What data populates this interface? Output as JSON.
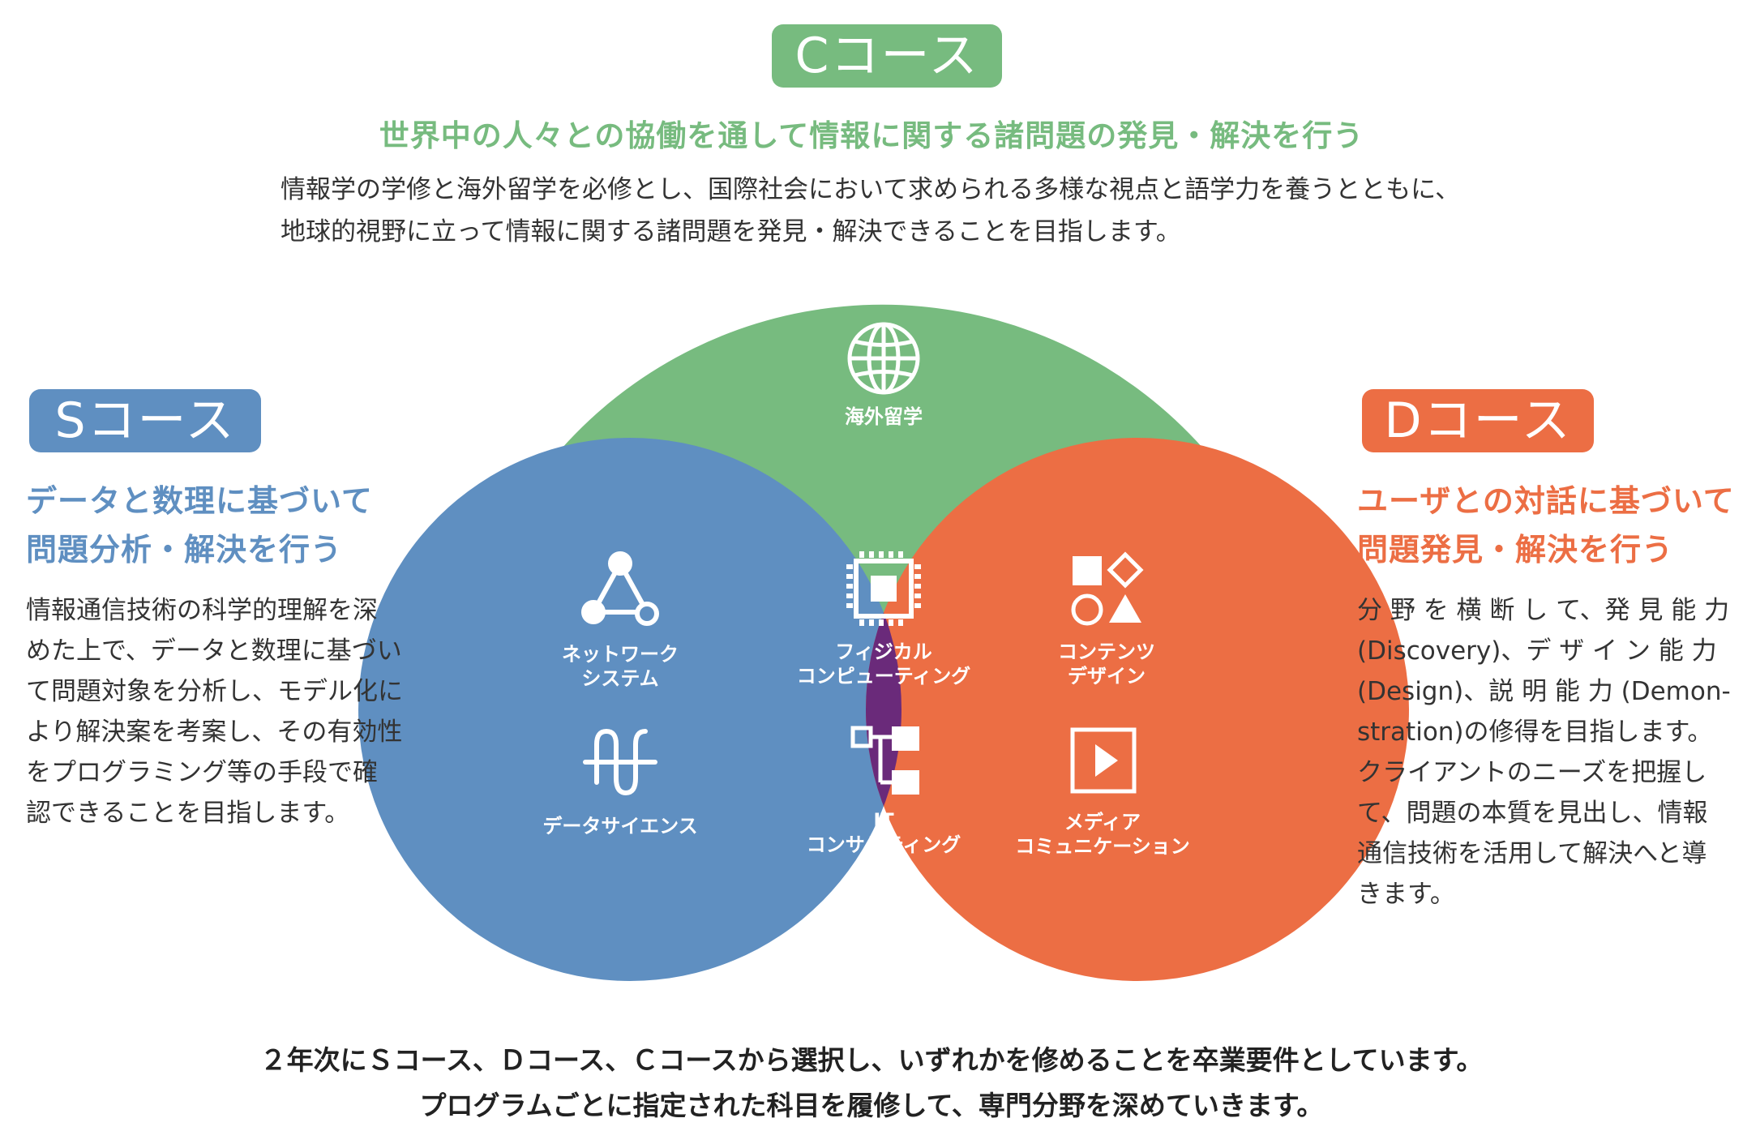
{
  "c_course": {
    "badge": "Cコース",
    "headline": "世界中の人々との協働を通して情報に関する諸問題の発見・解決を行う",
    "description_lines": [
      "情報学の学修と海外留学を必修とし、国際社会において求められる多様な視点と語学力を養うとともに、",
      "地球的視野に立って情報に関する諸問題を発見・解決できることを目指します。"
    ],
    "color": "#77bb7f"
  },
  "s_course": {
    "badge": "Sコース",
    "headline_lines": [
      "データと数理に基づいて",
      "問題分析・解決を行う"
    ],
    "description_lines": [
      "情報通信技術の科学的理解を深",
      "めた上で、データと数理に基づい",
      "て問題対象を分析し、モデル化に",
      "より解決案を考案し、その有効性",
      "をプログラミング等の手段で確",
      "認できることを目指します。"
    ],
    "color": "#5f8fc1"
  },
  "d_course": {
    "badge": "Dコース",
    "headline_lines": [
      "ユーザとの対話に基づいて",
      "問題発見・解決を行う"
    ],
    "description_lines": [
      "分 野 を 横 断 し て、発 見 能 力",
      "(Discovery)、デ ザ イ ン 能 力",
      "(Design)、説 明 能 力 (Demon-",
      "stration)の修得を目指します。",
      "クライアントのニーズを把握し",
      "て、問題の本質を見出し、情報",
      "通信技術を活用して解決へと導",
      "きます。"
    ],
    "color": "#ec6e44"
  },
  "center_color": "#6a2a7a",
  "programs": {
    "study_abroad": {
      "label": "海外留学",
      "icon": "globe-icon"
    },
    "network_systems": {
      "label_lines": [
        "ネットワーク",
        "システム"
      ],
      "icon": "network-triangle-icon"
    },
    "data_science": {
      "label_lines": [
        "データサイエンス"
      ],
      "icon": "wave-icon"
    },
    "physical_computing": {
      "label_lines": [
        "フィジカル",
        "コンピューティング"
      ],
      "icon": "chip-icon"
    },
    "it_consulting": {
      "label_lines": [
        "IT",
        "コンサルティング"
      ],
      "icon": "org-chart-icon"
    },
    "content_design": {
      "label_lines": [
        "コンテンツ",
        "デザイン"
      ],
      "icon": "shapes-icon"
    },
    "media_communication": {
      "label_lines": [
        "メディア",
        "コミュニケーション"
      ],
      "icon": "play-icon"
    }
  },
  "footer_lines": [
    "２年次にＳコース、Ｄコース、Ｃコースから選択し、いずれかを修めることを卒業要件としています。",
    "プログラムごとに指定された科目を履修して、専門分野を深めていきます。"
  ]
}
